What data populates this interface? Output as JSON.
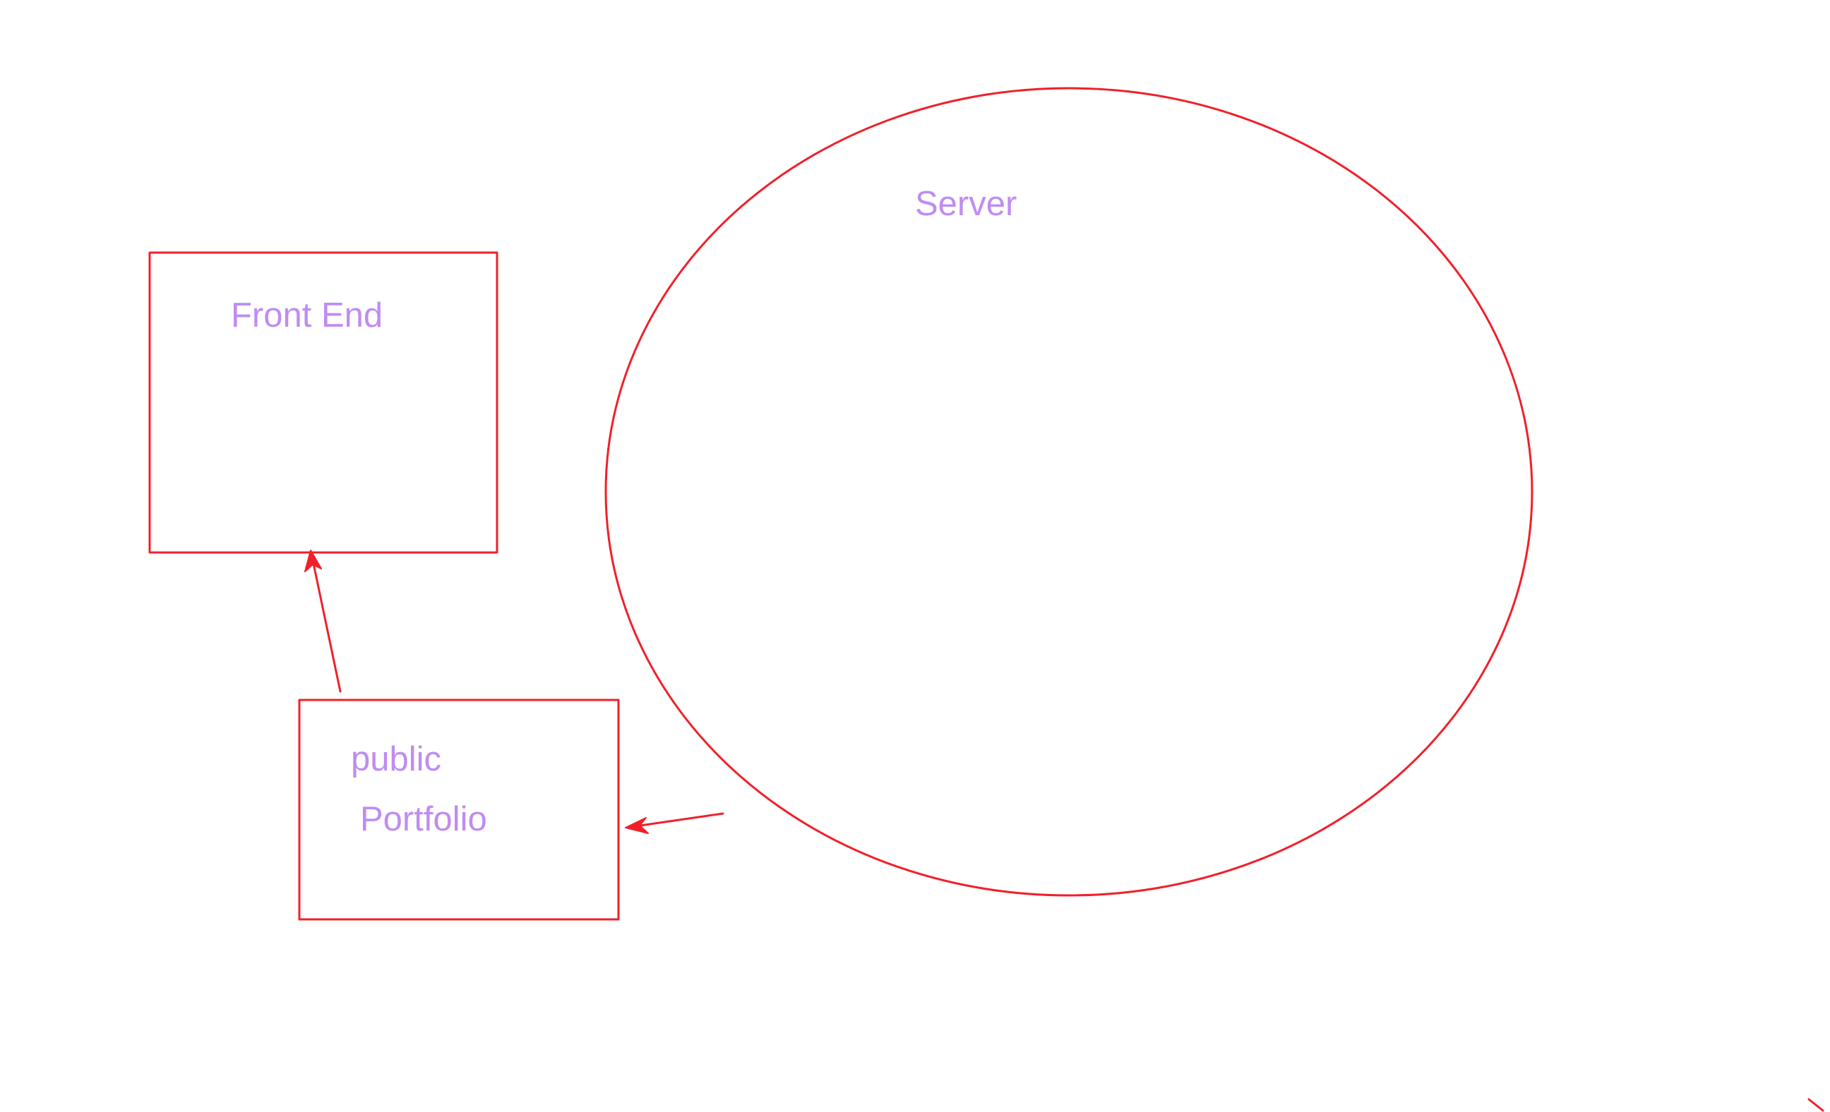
{
  "colors": {
    "background": "#ffffff",
    "stroke": "#f0202a",
    "text": "#bf8cf2"
  },
  "diagram": {
    "nodes": [
      {
        "id": "front_end",
        "shape": "rectangle",
        "label": "Front End"
      },
      {
        "id": "public_portfolio",
        "shape": "rectangle",
        "label_lines": [
          "public",
          "Portfolio"
        ]
      },
      {
        "id": "server",
        "shape": "ellipse",
        "label": "Server"
      }
    ],
    "edges": [
      {
        "from": "public_portfolio",
        "to": "front_end",
        "arrow": "end"
      },
      {
        "from": "server",
        "to": "public_portfolio",
        "arrow": "end"
      }
    ]
  }
}
